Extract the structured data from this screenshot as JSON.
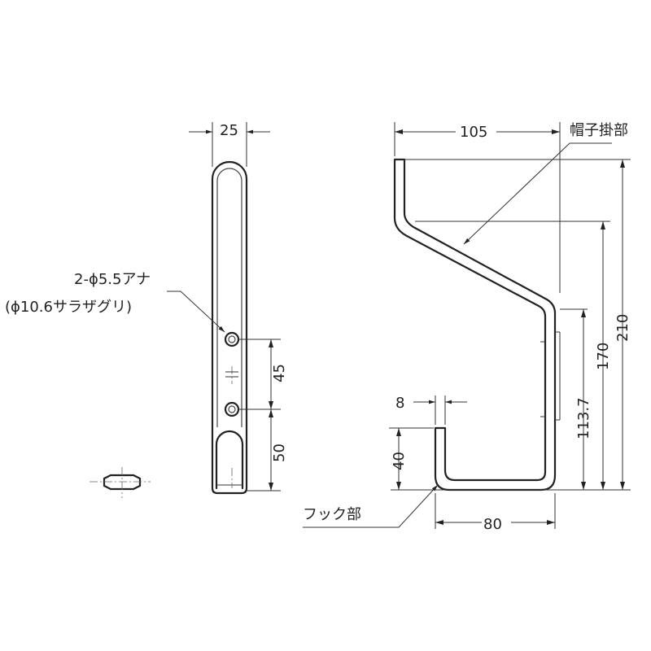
{
  "dimensions": {
    "width_side": "25",
    "hole_pitch": "45",
    "hole_to_bottom": "50",
    "depth_total": "105",
    "height_total": "210",
    "height_hat": "170",
    "height_hook_stem": "113.7",
    "hook_tip_width": "8",
    "hook_tip_height": "40",
    "hook_depth": "80"
  },
  "labels": {
    "hole_spec": "2-ϕ5.5アナ",
    "counterbore_spec": "(ϕ10.6サラザグリ)",
    "hat_part": "帽子掛部",
    "hook_part": "フック部"
  }
}
